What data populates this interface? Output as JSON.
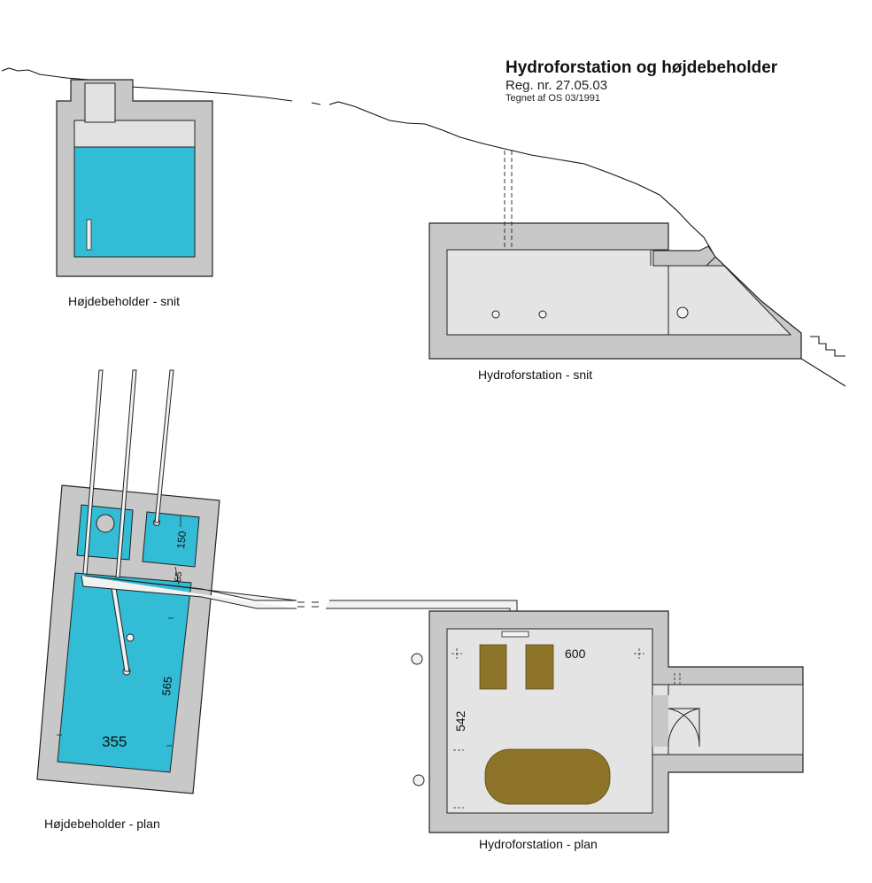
{
  "title": {
    "main": "Hydroforstation og højdebeholder",
    "reg": "Reg. nr. 27.05.03",
    "author": "Tegnet af OS 03/1991"
  },
  "captions": {
    "tank_section": "Højdebeholder - snit",
    "station_section": "Hydroforstation - snit",
    "tank_plan": "Højdebeholder - plan",
    "station_plan": "Hydroforstation - plan"
  },
  "dimensions": {
    "tank_small": "150",
    "tank_wall": "55",
    "tank_length": "565",
    "tank_width": "355",
    "station_width": "600",
    "station_depth": "542"
  },
  "colors": {
    "water": "#32bcd6",
    "concrete": "#c8c8c8",
    "equipment": "#8d7428"
  }
}
